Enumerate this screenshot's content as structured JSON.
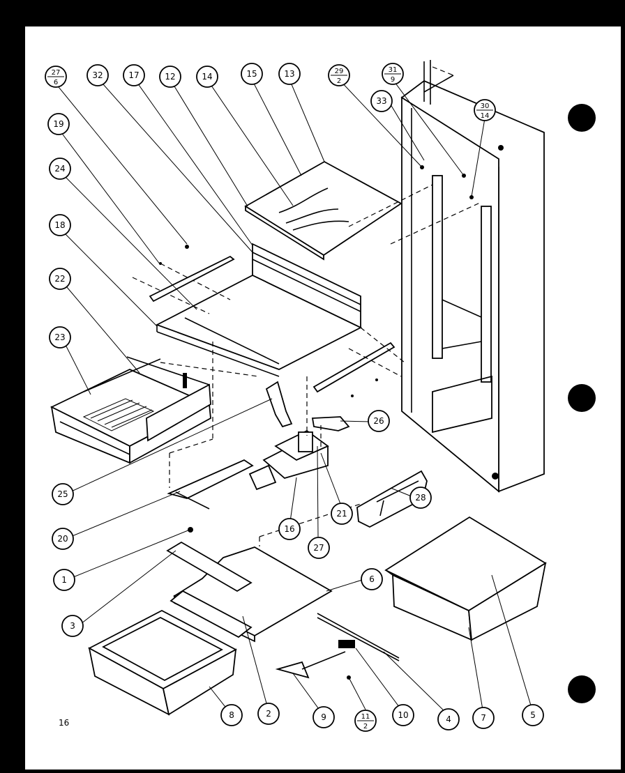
{
  "page_number": "16",
  "callouts": [
    {
      "id": "c-27-6",
      "num": "27",
      "den": "6"
    },
    {
      "id": "c-32",
      "label": "32"
    },
    {
      "id": "c-17",
      "label": "17"
    },
    {
      "id": "c-12",
      "label": "12"
    },
    {
      "id": "c-14",
      "label": "14"
    },
    {
      "id": "c-15",
      "label": "15"
    },
    {
      "id": "c-13",
      "label": "13"
    },
    {
      "id": "c-29-2",
      "num": "29",
      "den": "2"
    },
    {
      "id": "c-31-9",
      "num": "31",
      "den": "9"
    },
    {
      "id": "c-33",
      "label": "33"
    },
    {
      "id": "c-30-14",
      "num": "30",
      "den": "14"
    },
    {
      "id": "c-19",
      "label": "19"
    },
    {
      "id": "c-24",
      "label": "24"
    },
    {
      "id": "c-18",
      "label": "18"
    },
    {
      "id": "c-22",
      "label": "22"
    },
    {
      "id": "c-23",
      "label": "23"
    },
    {
      "id": "c-26",
      "label": "26"
    },
    {
      "id": "c-25",
      "label": "25"
    },
    {
      "id": "c-21",
      "label": "21"
    },
    {
      "id": "c-28",
      "label": "28"
    },
    {
      "id": "c-16",
      "label": "16"
    },
    {
      "id": "c-20",
      "label": "20"
    },
    {
      "id": "c-27",
      "label": "27"
    },
    {
      "id": "c-6",
      "label": "6"
    },
    {
      "id": "c-1",
      "label": "1"
    },
    {
      "id": "c-3",
      "label": "3"
    },
    {
      "id": "c-8",
      "label": "8"
    },
    {
      "id": "c-2",
      "label": "2"
    },
    {
      "id": "c-9",
      "label": "9"
    },
    {
      "id": "c-11-2",
      "num": "11",
      "den": "2"
    },
    {
      "id": "c-10",
      "label": "10"
    },
    {
      "id": "c-4",
      "label": "4"
    },
    {
      "id": "c-7",
      "label": "7"
    },
    {
      "id": "c-5",
      "label": "5"
    }
  ]
}
